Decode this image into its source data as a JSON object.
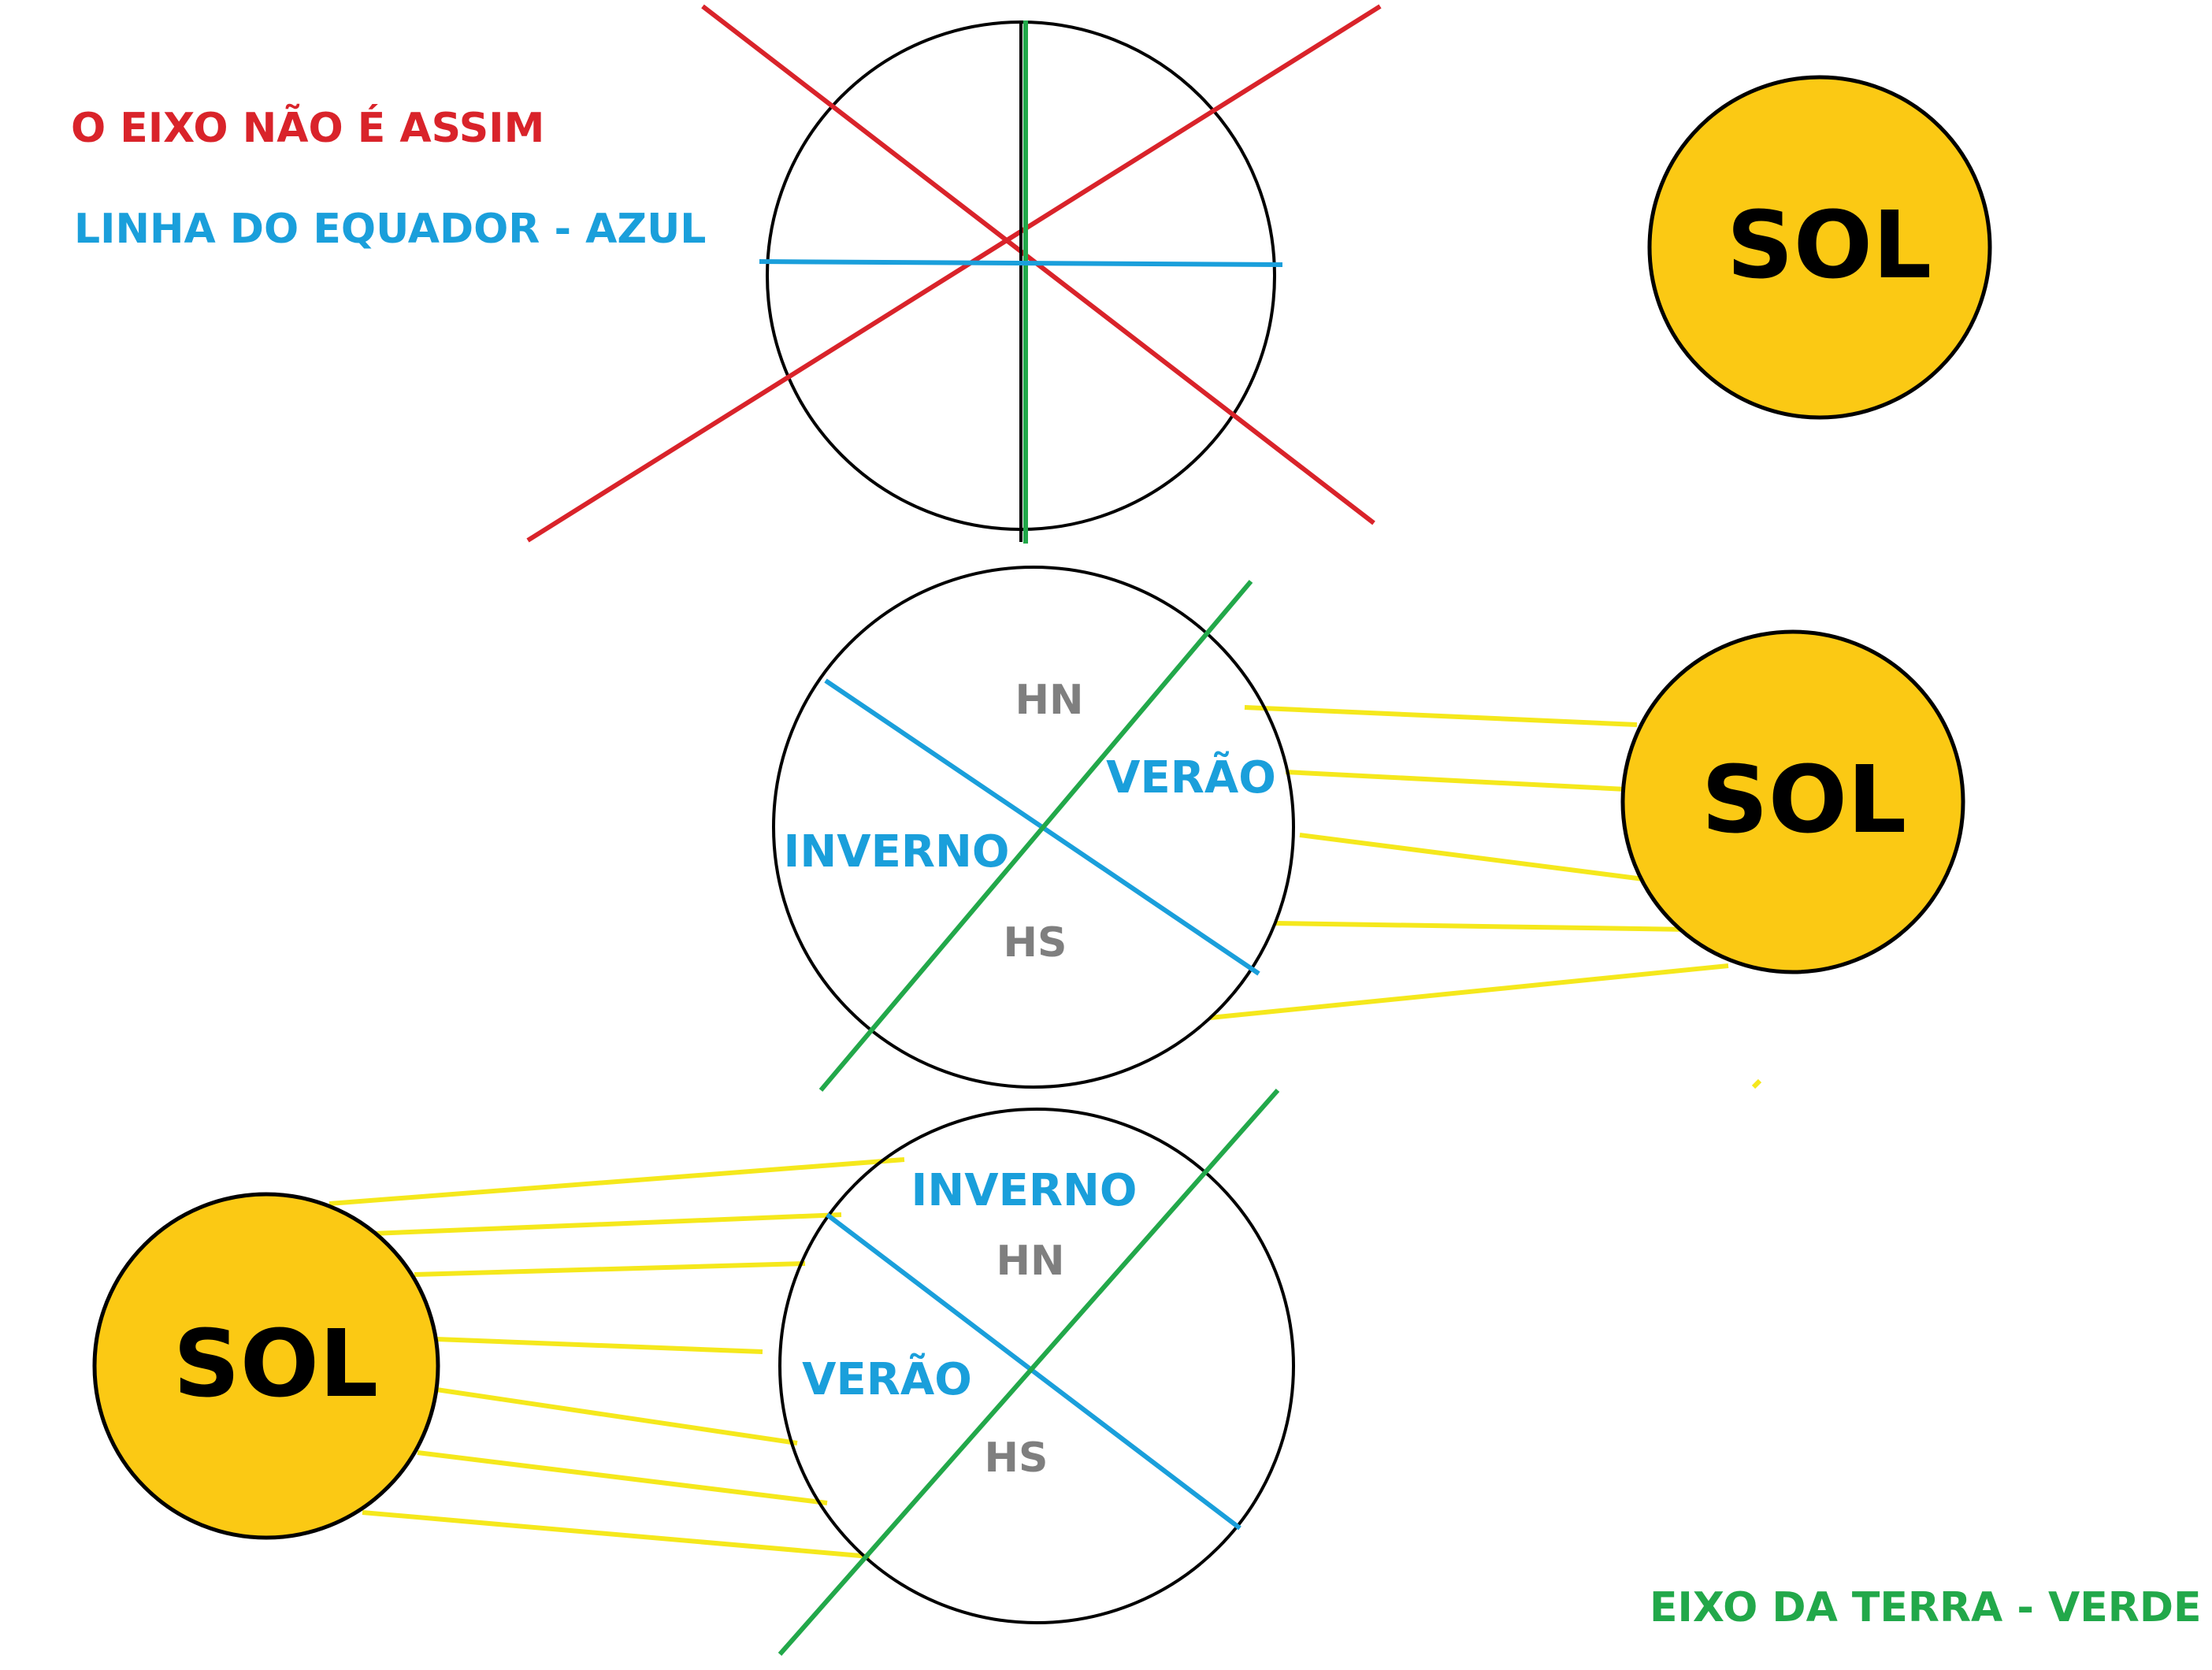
{
  "legend": {
    "wrong_axis": "O EIXO NÃO É ASSIM",
    "equator": "LINHA DO EQUADOR - AZUL",
    "earth_axis": "EIXO DA TERRA - VERDE"
  },
  "sun_label": "SOL",
  "diagram_middle": {
    "north": "HN",
    "south": "HS",
    "summer": "VERÃO",
    "winter": "INVERNO"
  },
  "diagram_bottom": {
    "north": "HN",
    "south": "HS",
    "summer": "VERÃO",
    "winter": "INVERNO"
  },
  "colors": {
    "red": "#d9232a",
    "blue": "#1a9fdb",
    "green": "#22a84a",
    "yellow": "#f5e81c",
    "sun": "#fbc914",
    "gray": "#7f7f7f",
    "outline": "#000000"
  }
}
